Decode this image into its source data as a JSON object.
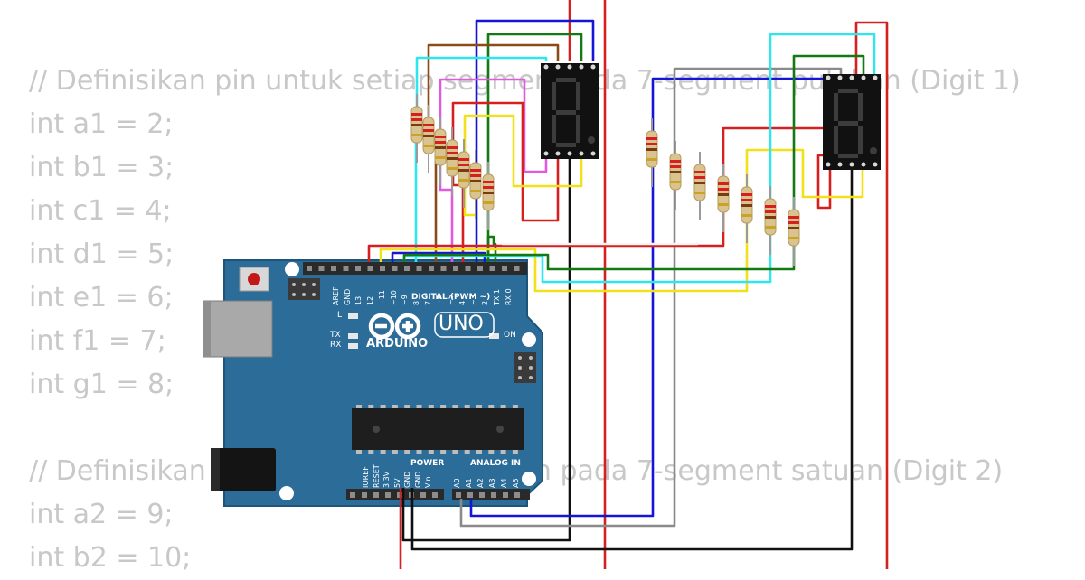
{
  "code_lines": [
    "// Definisikan pin untuk setiap segmen pada 7-segment puluhan (Digit 1)",
    "int a1 = 2;",
    "int b1 = 3;",
    "int c1 = 4;",
    "int d1 = 5;",
    "int e1 = 6;",
    "int f1 = 7;",
    "int g1 = 8;",
    "",
    "// Definisikan pin untuk setiap segmen pada 7-segment satuan (Digit 2)",
    "int a2 = 9;",
    "int b2 = 10;"
  ],
  "board": {
    "brand": "ARDUINO",
    "model": "UNO",
    "digital_header": "DIGITAL (PWM ~)",
    "power_header": "POWER",
    "analog_header": "ANALOG IN",
    "led_l": "L",
    "led_tx": "TX",
    "led_rx": "RX",
    "led_on": "ON",
    "digital_pins": [
      "AREF",
      "GND",
      "13",
      "12",
      "~11",
      "~10",
      "~9",
      "8",
      "7",
      "~6",
      "~5",
      "4",
      "~3",
      "2",
      "TX 1",
      "RX 0"
    ],
    "power_pins": [
      "IOREF",
      "RESET",
      "3.3V",
      "5V",
      "GND",
      "GND",
      "Vin"
    ],
    "analog_pins": [
      "A0",
      "A1",
      "A2",
      "A3",
      "A4",
      "A5"
    ]
  },
  "colors": {
    "board": "#2b6c98",
    "board_edge": "#1d5479",
    "wire_red": "#d61f1f",
    "wire_blue": "#1515d6",
    "wire_green": "#137a13",
    "wire_brown": "#8a4b16",
    "wire_cyan": "#2ee6ee",
    "wire_yellow": "#f1e11a",
    "wire_magenta": "#e05ae0",
    "wire_gray": "#8a8a8a",
    "wire_black": "#111111"
  }
}
